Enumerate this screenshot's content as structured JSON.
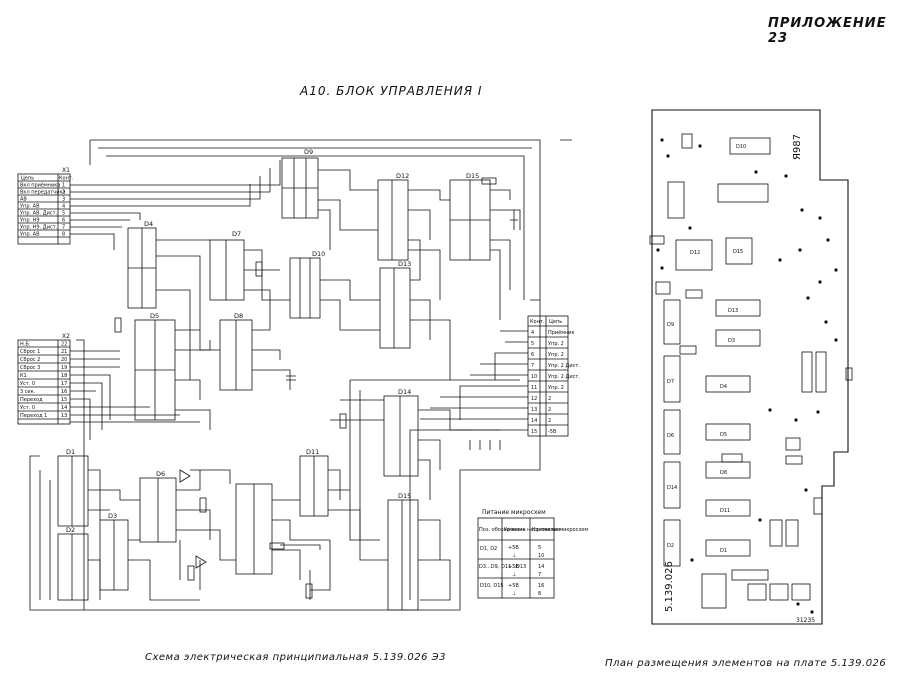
{
  "header": {
    "appendix_label": "ПРИЛОЖЕНИЕ 23",
    "schematic_title": "А10. БЛОК УПРАВЛЕНИЯ I"
  },
  "captions": {
    "schematic": "Схема электрическая принципиальная  5.139.026 Э3",
    "board": "План размещения элементов на плате  5.139.026"
  },
  "connector_top": {
    "number": "X1",
    "header": [
      "Цепь",
      "Конт."
    ],
    "rows": [
      [
        "Вкл приёмника",
        "1"
      ],
      [
        "Вкл передатчика",
        "2"
      ],
      [
        "АВ",
        "3"
      ],
      [
        "Упр. АВ",
        "4"
      ],
      [
        "Упр. АВ. Дист.",
        "5"
      ],
      [
        "Упр. Н9",
        "6"
      ],
      [
        "Упр. Н9. Дист.",
        "7"
      ],
      [
        "Упр. АВ",
        "8"
      ]
    ]
  },
  "connector_mid": {
    "number": "X2",
    "rows": [
      [
        "Н.Б.",
        "22"
      ],
      [
        "Сброс 1",
        "21"
      ],
      [
        "Сброс 2",
        "20"
      ],
      [
        "Сброс 3",
        "19"
      ],
      [
        "К1",
        "18"
      ],
      [
        "Уст. 0",
        "17"
      ],
      [
        "3 сек.",
        "16"
      ],
      [
        "Переход",
        "15"
      ],
      [
        "Уст. 0",
        "14"
      ],
      [
        "Переход 1",
        "13"
      ]
    ]
  },
  "connector_right": {
    "header": [
      "Конт.",
      "Цепь"
    ],
    "rows": [
      [
        "4",
        "Приёмник"
      ],
      [
        "5",
        "Упр. 2"
      ],
      [
        "6",
        "Упр. 2"
      ],
      [
        "7",
        "Упр. 2 Дист."
      ],
      [
        "10",
        "Упр. 2 Дист."
      ],
      [
        "11",
        "Упр. 2"
      ],
      [
        "12",
        "2"
      ],
      [
        "13",
        "2"
      ],
      [
        "14",
        "2"
      ],
      [
        "15",
        "-5В"
      ]
    ]
  },
  "power_table": {
    "title": "Питание микросхем",
    "header": [
      "Поз. обозначение",
      "Уровень напряжения",
      "Контакты микросхем"
    ],
    "rows": [
      [
        "D1, D2",
        "+5В",
        "5"
      ],
      [
        "",
        "⊥",
        "10"
      ],
      [
        "D3...D9, D11...D13",
        "+5В",
        "14"
      ],
      [
        "",
        "⊥",
        "7"
      ],
      [
        "D10, D15",
        "+5В",
        "16"
      ],
      [
        "",
        "⊥",
        "8"
      ]
    ]
  },
  "chips": [
    "D1",
    "D2",
    "D3",
    "D4",
    "D5",
    "D6",
    "D7",
    "D8",
    "D9",
    "D10",
    "D11",
    "D12",
    "D13",
    "D14",
    "D15"
  ],
  "board": {
    "vertical_mark": "Я987",
    "part_number": "5.139.026",
    "stamp": "31235"
  }
}
